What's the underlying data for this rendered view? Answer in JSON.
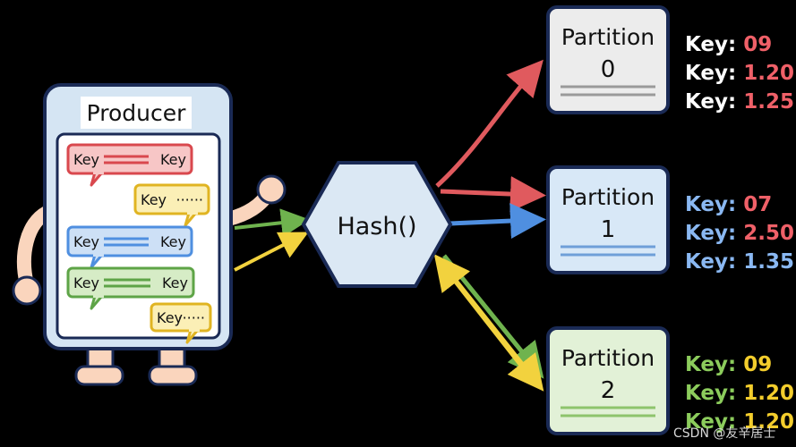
{
  "producer": {
    "title": "Producer",
    "bubbles": [
      {
        "left": "Key",
        "right": "Key",
        "color": "red"
      },
      {
        "left": "Key",
        "right": "······",
        "color": "yellow"
      },
      {
        "left": "Key",
        "right": "Key",
        "color": "blue"
      },
      {
        "left": "Key",
        "right": "Key",
        "color": "green"
      },
      {
        "left": "Key",
        "right": "······",
        "color": "yellow"
      }
    ]
  },
  "hash": {
    "label": "Hash()"
  },
  "partitions": [
    {
      "name": "Partition",
      "number": "0",
      "color": "gray",
      "keys": [
        {
          "label": "Key:",
          "value": "09"
        },
        {
          "label": "Key:",
          "value": "1.20"
        },
        {
          "label": "Key:",
          "value": "1.25"
        }
      ]
    },
    {
      "name": "Partition",
      "number": "1",
      "color": "blue",
      "keys": [
        {
          "label": "Key:",
          "value": "07"
        },
        {
          "label": "Key:",
          "value": "2.50"
        },
        {
          "label": "Key:",
          "value": "1.35"
        }
      ]
    },
    {
      "name": "Partition",
      "number": "2",
      "color": "green",
      "keys": [
        {
          "label": "Key:",
          "value": "09"
        },
        {
          "label": "Key:",
          "value": "1.20"
        },
        {
          "label": "Key:",
          "value": "1.20"
        }
      ]
    }
  ],
  "watermark": "CSDN @友辛居士",
  "colors": {
    "red": "#e05a5e",
    "yellow": "#f2d23e",
    "blue": "#4f8fe0",
    "green": "#6fb34e",
    "key_white": "#ffffff",
    "key_red": "#ef6068",
    "key_blue": "#8ab8f2",
    "key_green": "#8ccc5c",
    "key_yellow": "#f3cd2c"
  }
}
